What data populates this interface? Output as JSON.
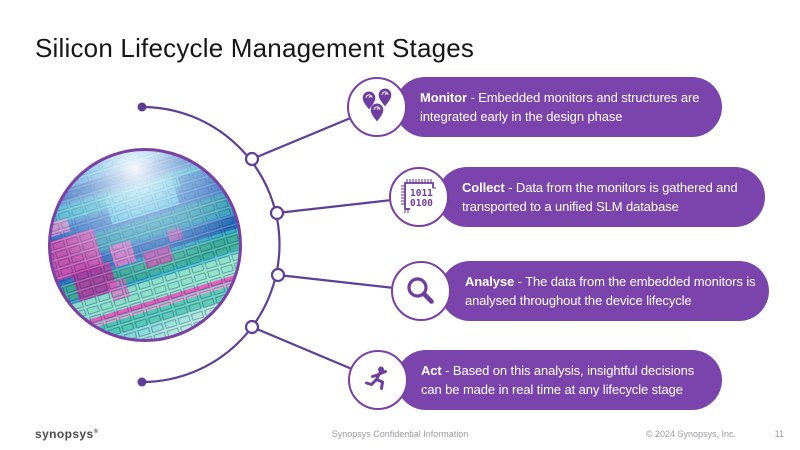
{
  "slide": {
    "title": "Silicon Lifecycle Management Stages",
    "background": "#ffffff"
  },
  "stages": [
    {
      "name": "Monitor",
      "desc": " - Embedded monitors and structures are integrated early in the design phase",
      "icon": "map-pins-icon"
    },
    {
      "name": "Collect",
      "desc": " - Data from the monitors is gathered and transported to a unified SLM database",
      "icon": "chip-binary-icon",
      "icon_lines": [
        "1011",
        "0100"
      ]
    },
    {
      "name": "Analyse",
      "desc": " - The data from the embedded monitors is analysed throughout the device lifecycle",
      "icon": "magnifier-icon"
    },
    {
      "name": "Act",
      "desc": " - Based on this analysis, insightful decisions can be made in real time at any lifecycle stage",
      "icon": "runner-icon"
    }
  ],
  "footer": {
    "logo_text": "synopsys",
    "logo_trademark": "®",
    "confidential": "Synopsys Confidential Information",
    "copyright": "© 2024 Synopsys, Inc.",
    "page_number": "11"
  },
  "colors": {
    "accent_purple": "#7b44ad",
    "line_purple": "#5f3e97",
    "icon_ring_purple": "#7b3fa5",
    "title_text": "#161616",
    "pill_text": "#ffffff",
    "footer_text": "#9a9aa2",
    "logo_text": "#4b4b54"
  }
}
